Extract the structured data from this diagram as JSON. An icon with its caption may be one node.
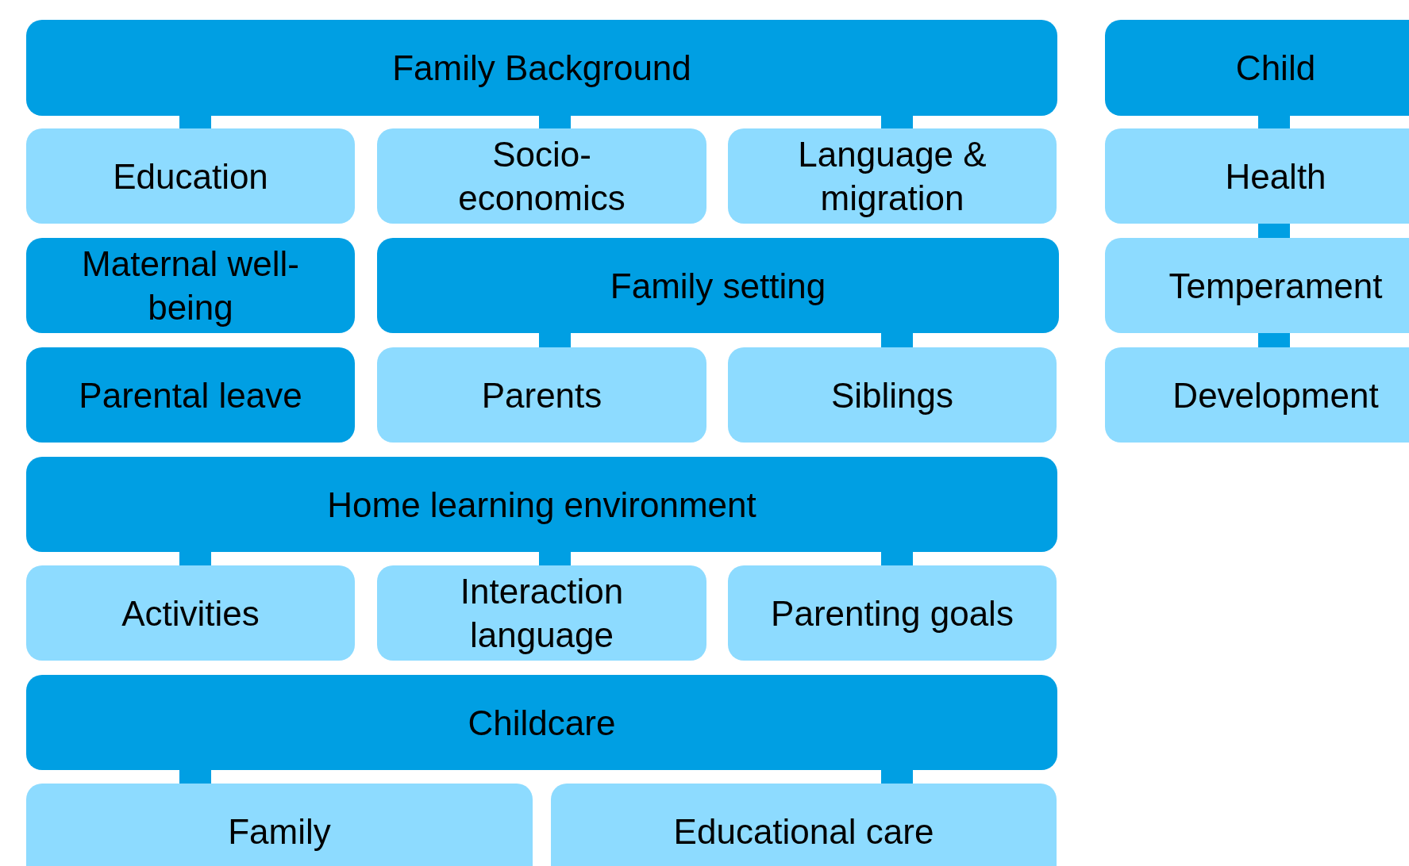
{
  "diagram": {
    "nodes": [
      {
        "text": [
          "Family Background"
        ]
      },
      {
        "text": [
          "Child"
        ]
      },
      {
        "text": [
          "Education"
        ]
      },
      {
        "text": [
          "Socio-economics"
        ]
      },
      {
        "text": [
          "Language & migration"
        ]
      },
      {
        "text": [
          "Health"
        ]
      },
      {
        "text": [
          "Maternal well-being"
        ]
      },
      {
        "text": [
          "Family setting"
        ]
      },
      {
        "text": [
          "Temperament"
        ]
      },
      {
        "text": [
          "Parental leave"
        ]
      },
      {
        "text": [
          "Parents"
        ]
      },
      {
        "text": [
          "Siblings"
        ]
      },
      {
        "text": [
          "Development"
        ]
      },
      {
        "text": [
          "Home learning environment"
        ]
      },
      {
        "text": [
          "Activities"
        ]
      },
      {
        "text": [
          "Interaction language"
        ]
      },
      {
        "text": [
          "Parenting goals"
        ]
      },
      {
        "text": [
          "Childcare"
        ]
      },
      {
        "text": [
          "Family"
        ]
      },
      {
        "text": [
          "Educational care"
        ]
      }
    ],
    "edges": [
      {
        "from": 0,
        "to": 2,
        "arrow": "none"
      },
      {
        "from": 0,
        "to": 3,
        "arrow": "none"
      },
      {
        "from": 0,
        "to": 4,
        "arrow": "none"
      },
      {
        "from": 1,
        "to": 5,
        "arrow": "none"
      },
      {
        "from": 7,
        "to": 10,
        "arrow": "none"
      },
      {
        "from": 7,
        "to": 11,
        "arrow": "none"
      },
      {
        "from": 5,
        "to": 8,
        "arrow": "none"
      },
      {
        "from": 8,
        "to": 12,
        "arrow": "none"
      },
      {
        "from": 13,
        "to": 14,
        "arrow": "none"
      },
      {
        "from": 13,
        "to": 15,
        "arrow": "none"
      },
      {
        "from": 13,
        "to": 16,
        "arrow": "none"
      },
      {
        "from": 17,
        "to": 18,
        "arrow": "none"
      },
      {
        "from": 17,
        "to": 19,
        "arrow": "none"
      }
    ]
  }
}
